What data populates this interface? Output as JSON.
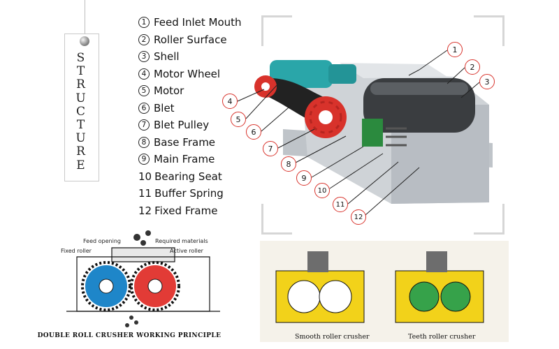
{
  "structure_tag": {
    "letters": [
      "S",
      "T",
      "R",
      "U",
      "C",
      "T",
      "U",
      "R",
      "E"
    ]
  },
  "legend": [
    {
      "number": "1",
      "label": "Feed Inlet Mouth"
    },
    {
      "number": "2",
      "label": "Roller Surface"
    },
    {
      "number": "3",
      "label": "Shell"
    },
    {
      "number": "4",
      "label": "Motor Wheel"
    },
    {
      "number": "5",
      "label": "Motor"
    },
    {
      "number": "6",
      "label": "Blet"
    },
    {
      "number": "7",
      "label": "Blet Pulley"
    },
    {
      "number": "8",
      "label": "Base Frame"
    },
    {
      "number": "9",
      "label": "Main Frame"
    },
    {
      "number": "10",
      "label": "Bearing Seat"
    },
    {
      "number": "11",
      "label": "Buffer Spring"
    },
    {
      "number": "12",
      "label": "Fixed Frame"
    }
  ],
  "callouts": [
    "1",
    "2",
    "3",
    "4",
    "5",
    "6",
    "7",
    "8",
    "9",
    "10",
    "11",
    "12"
  ],
  "working_principle": {
    "feed_opening": "Feed opening",
    "required_materials": "Required materials",
    "fixed_roller": "Fixed roller",
    "active_roller": "Active roller",
    "caption": "DOUBLE ROLL CRUSHER WORKING PRINCIPLE"
  },
  "crusher_types": {
    "smooth": "Smooth roller crusher",
    "teeth": "Teeth roller crusher"
  },
  "colors": {
    "callout_red": "#d8322b",
    "motor_teal": "#2aa6a9",
    "frame_gray": "#c8ccd0",
    "yellow": "#f2d21a",
    "green": "#36a24a",
    "blue_roller": "#1e86c9",
    "red_roller": "#e23b36"
  }
}
